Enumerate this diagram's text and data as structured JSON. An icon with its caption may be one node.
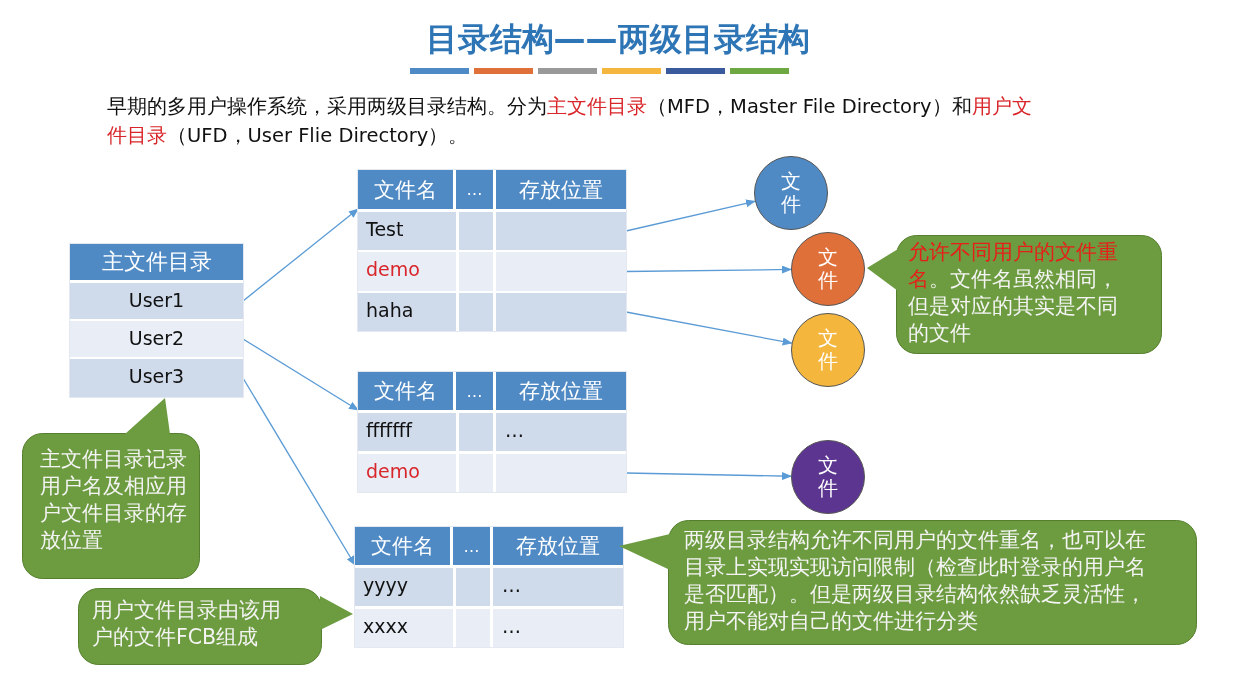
{
  "diagram": {
    "title": "目录结构——两级目录结构",
    "nodes": [
      {
        "text": [
          "主文件目录"
        ]
      },
      {
        "text": [
          "User1"
        ],
        "in": 0
      },
      {
        "text": [
          "User2"
        ],
        "in": 0
      },
      {
        "text": [
          "User3"
        ],
        "in": 0
      },
      {
        "text": [
          "文件名",
          "…",
          "存放位置"
        ]
      },
      {
        "text": [
          "Test"
        ],
        "in": 4
      },
      {
        "text": [
          "demo"
        ],
        "in": 4
      },
      {
        "text": [
          "haha"
        ],
        "in": 4
      },
      {
        "text": [
          "文件名",
          "…",
          "存放位置"
        ]
      },
      {
        "text": [
          "fffffff",
          "…"
        ],
        "in": 8
      },
      {
        "text": [
          "demo"
        ],
        "in": 8
      },
      {
        "text": [
          "文件名",
          "…",
          "存放位置"
        ]
      },
      {
        "text": [
          "yyyy",
          "…"
        ],
        "in": 11
      },
      {
        "text": [
          "xxxx",
          "…"
        ],
        "in": 11
      },
      {
        "text": [
          "文件"
        ]
      },
      {
        "text": [
          "文件"
        ]
      },
      {
        "text": [
          "文件"
        ]
      },
      {
        "text": [
          "文件"
        ]
      },
      {
        "text": [
          "主文件目录记录用户名及相应用户文件目录的存放位置"
        ]
      },
      {
        "text": [
          "用户文件目录由该用户的文件FCB组成"
        ]
      },
      {
        "text": [
          "**允许不同用户的文件重名**。文件名虽然相同，但是对应的其实是不同的文件"
        ]
      },
      {
        "text": [
          "两级目录结构允许不同用户的文件重名，也可以在目录上实现实现访问限制（检查此时登录的用户名是否匹配）。但是两级目录结构依然缺乏灵活性，用户不能对自己的文件进行分类"
        ]
      }
    ],
    "edges": [
      {
        "from": 1,
        "to": 4,
        "arrow": "to"
      },
      {
        "from": 2,
        "to": 8,
        "arrow": "to"
      },
      {
        "from": 3,
        "to": 11,
        "arrow": "to"
      },
      {
        "from": 5,
        "to": 14,
        "arrow": "to"
      },
      {
        "from": 6,
        "to": 15,
        "arrow": "to"
      },
      {
        "from": 7,
        "to": 16,
        "arrow": "to"
      },
      {
        "from": 10,
        "to": 17,
        "arrow": "to"
      }
    ],
    "labels": [
      "早期的多用户操作系统，采用两级目录结构。分为**主文件目录**（MFD，Master File Directory）和**用户文件目录**（UFD，User Flie Directory）。"
    ]
  }
}
